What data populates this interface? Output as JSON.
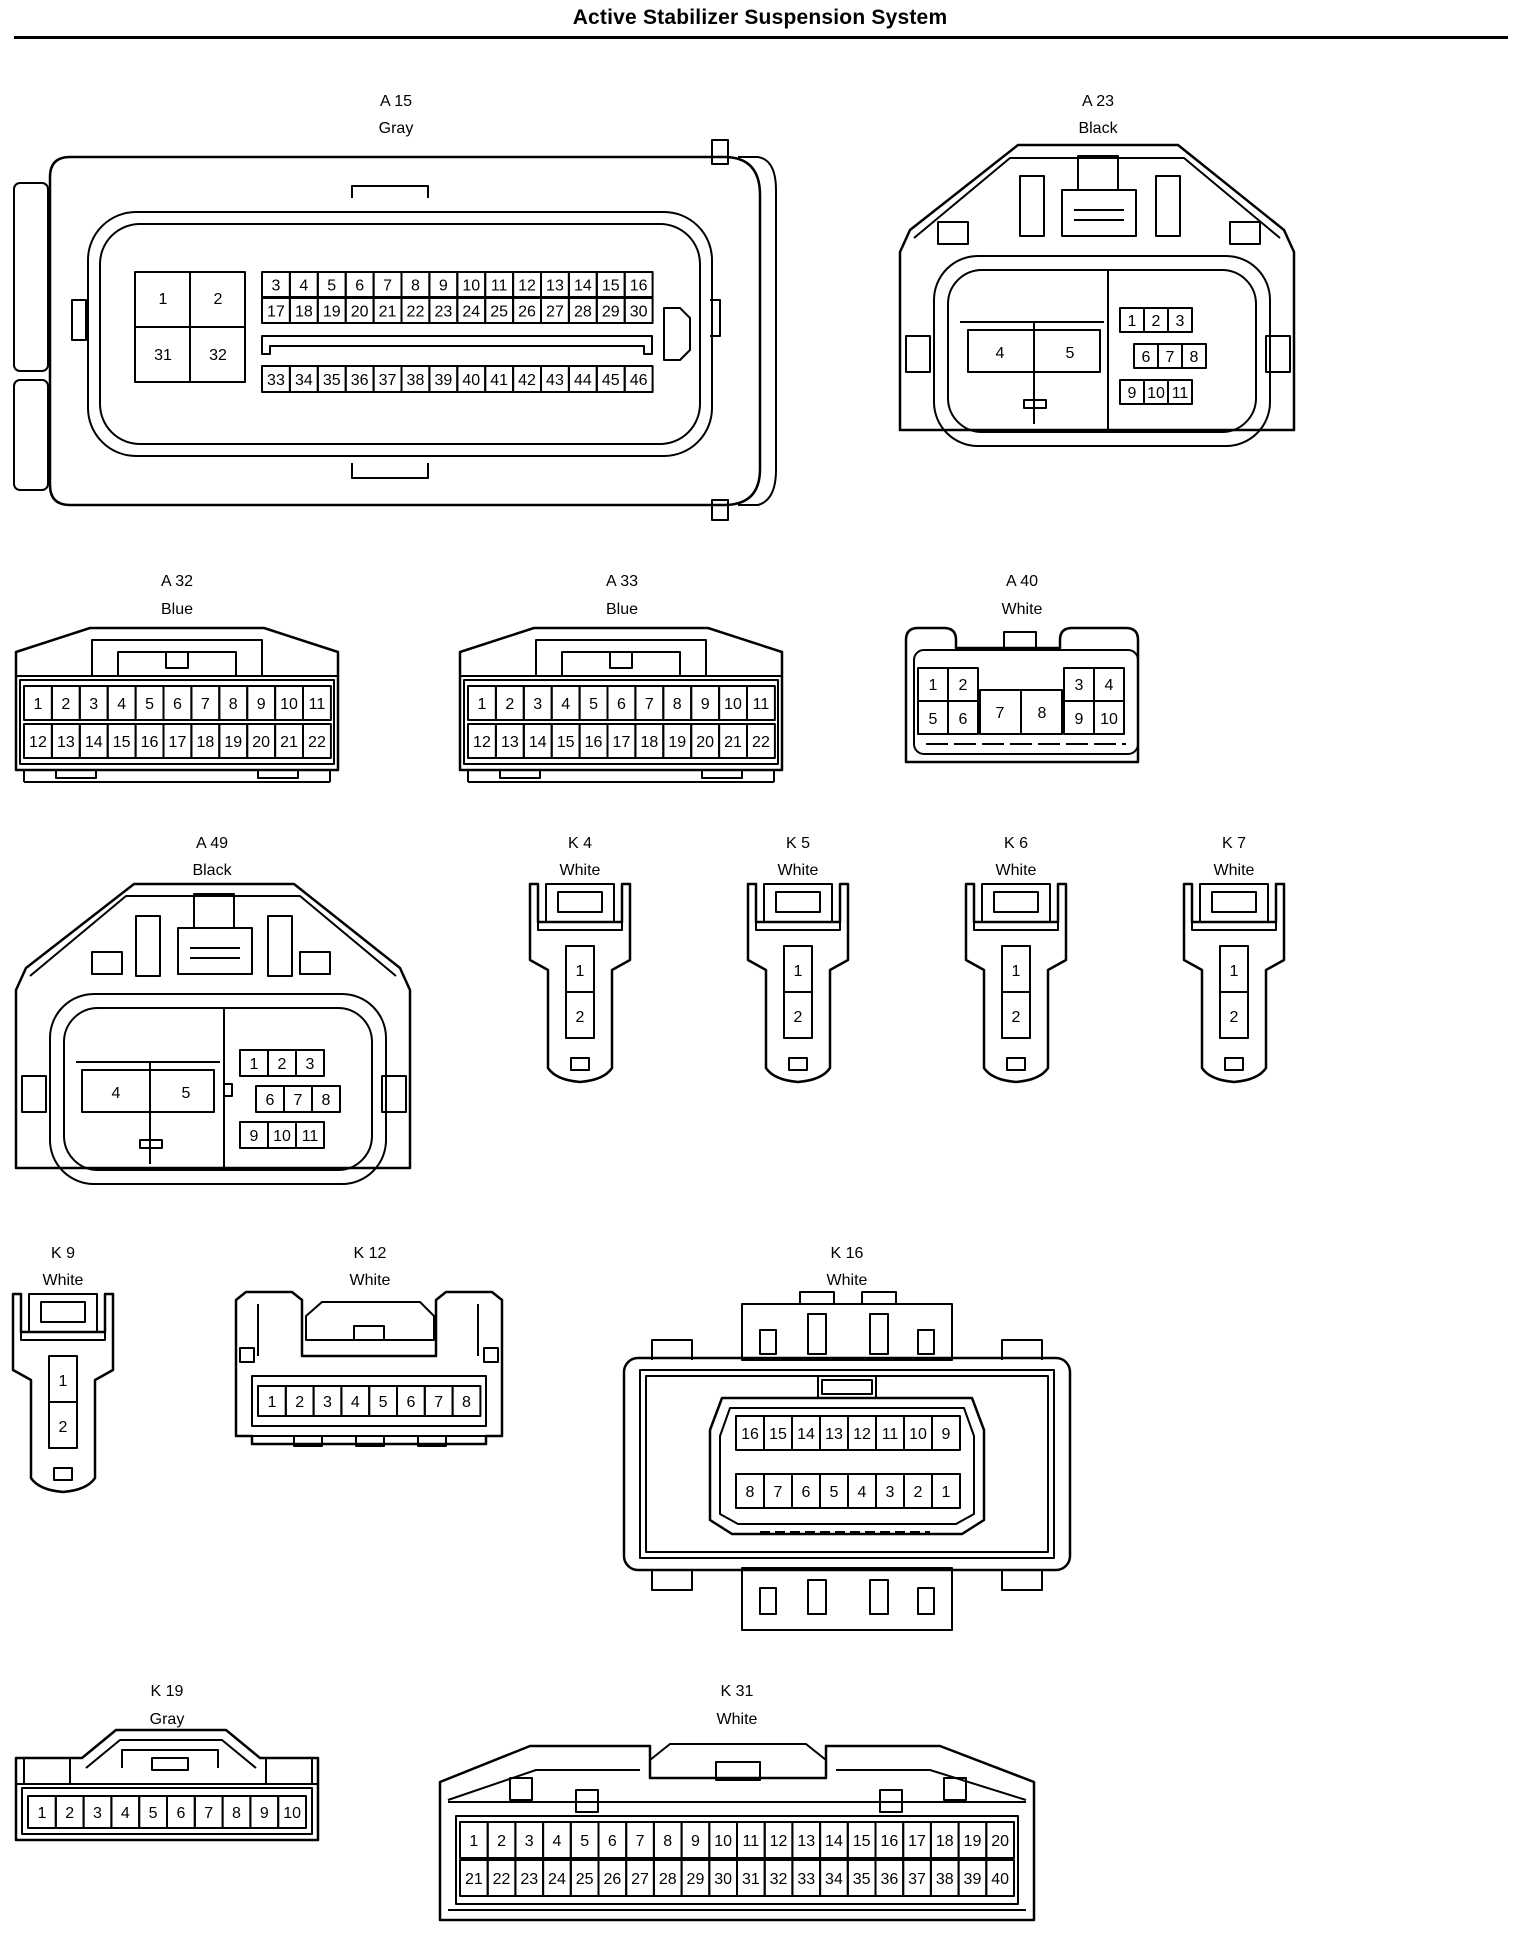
{
  "title": "Active Stabilizer Suspension System",
  "connectors": {
    "A15": {
      "code": "A 15",
      "color": "Gray",
      "pins_row1": [
        "3",
        "4",
        "5",
        "6",
        "7",
        "8",
        "9",
        "10",
        "11",
        "12",
        "13",
        "14",
        "15",
        "16"
      ],
      "pins_row2": [
        "17",
        "18",
        "19",
        "20",
        "21",
        "22",
        "23",
        "24",
        "25",
        "26",
        "27",
        "28",
        "29",
        "30"
      ],
      "pins_row3": [
        "33",
        "34",
        "35",
        "36",
        "37",
        "38",
        "39",
        "40",
        "41",
        "42",
        "43",
        "44",
        "45",
        "46"
      ],
      "pins_block": [
        "1",
        "2",
        "31",
        "32"
      ]
    },
    "A23": {
      "code": "A 23",
      "color": "Black",
      "pins_big": [
        "4",
        "5"
      ],
      "pins_small": [
        "1",
        "2",
        "3",
        "6",
        "7",
        "8",
        "9",
        "10",
        "11"
      ]
    },
    "A32": {
      "code": "A 32",
      "color": "Blue",
      "pins_row1": [
        "1",
        "2",
        "3",
        "4",
        "5",
        "6",
        "7",
        "8",
        "9",
        "10",
        "11"
      ],
      "pins_row2": [
        "12",
        "13",
        "14",
        "15",
        "16",
        "17",
        "18",
        "19",
        "20",
        "21",
        "22"
      ]
    },
    "A33": {
      "code": "A 33",
      "color": "Blue",
      "pins_row1": [
        "1",
        "2",
        "3",
        "4",
        "5",
        "6",
        "7",
        "8",
        "9",
        "10",
        "11"
      ],
      "pins_row2": [
        "12",
        "13",
        "14",
        "15",
        "16",
        "17",
        "18",
        "19",
        "20",
        "21",
        "22"
      ]
    },
    "A40": {
      "code": "A 40",
      "color": "White",
      "pins": [
        "1",
        "2",
        "5",
        "6",
        "7",
        "8",
        "3",
        "4",
        "9",
        "10"
      ]
    },
    "A49": {
      "code": "A 49",
      "color": "Black",
      "pins_big": [
        "4",
        "5"
      ],
      "pins_small": [
        "1",
        "2",
        "3",
        "6",
        "7",
        "8",
        "9",
        "10",
        "11"
      ]
    },
    "K4": {
      "code": "K 4",
      "color": "White",
      "pins": [
        "1",
        "2"
      ]
    },
    "K5": {
      "code": "K 5",
      "color": "White",
      "pins": [
        "1",
        "2"
      ]
    },
    "K6": {
      "code": "K 6",
      "color": "White",
      "pins": [
        "1",
        "2"
      ]
    },
    "K7": {
      "code": "K 7",
      "color": "White",
      "pins": [
        "1",
        "2"
      ]
    },
    "K9": {
      "code": "K 9",
      "color": "White",
      "pins": [
        "1",
        "2"
      ]
    },
    "K12": {
      "code": "K 12",
      "color": "White",
      "pins": [
        "1",
        "2",
        "3",
        "4",
        "5",
        "6",
        "7",
        "8"
      ]
    },
    "K16": {
      "code": "K 16",
      "color": "White",
      "pins_row1": [
        "16",
        "15",
        "14",
        "13",
        "12",
        "11",
        "10",
        "9"
      ],
      "pins_row2": [
        "8",
        "7",
        "6",
        "5",
        "4",
        "3",
        "2",
        "1"
      ]
    },
    "K19": {
      "code": "K 19",
      "color": "Gray",
      "pins": [
        "1",
        "2",
        "3",
        "4",
        "5",
        "6",
        "7",
        "8",
        "9",
        "10"
      ]
    },
    "K31": {
      "code": "K 31",
      "color": "White",
      "pins_row1": [
        "1",
        "2",
        "3",
        "4",
        "5",
        "6",
        "7",
        "8",
        "9",
        "10",
        "11",
        "12",
        "13",
        "14",
        "15",
        "16",
        "17",
        "18",
        "19",
        "20"
      ],
      "pins_row2": [
        "21",
        "22",
        "23",
        "24",
        "25",
        "26",
        "27",
        "28",
        "29",
        "30",
        "31",
        "32",
        "33",
        "34",
        "35",
        "36",
        "37",
        "38",
        "39",
        "40"
      ]
    }
  }
}
